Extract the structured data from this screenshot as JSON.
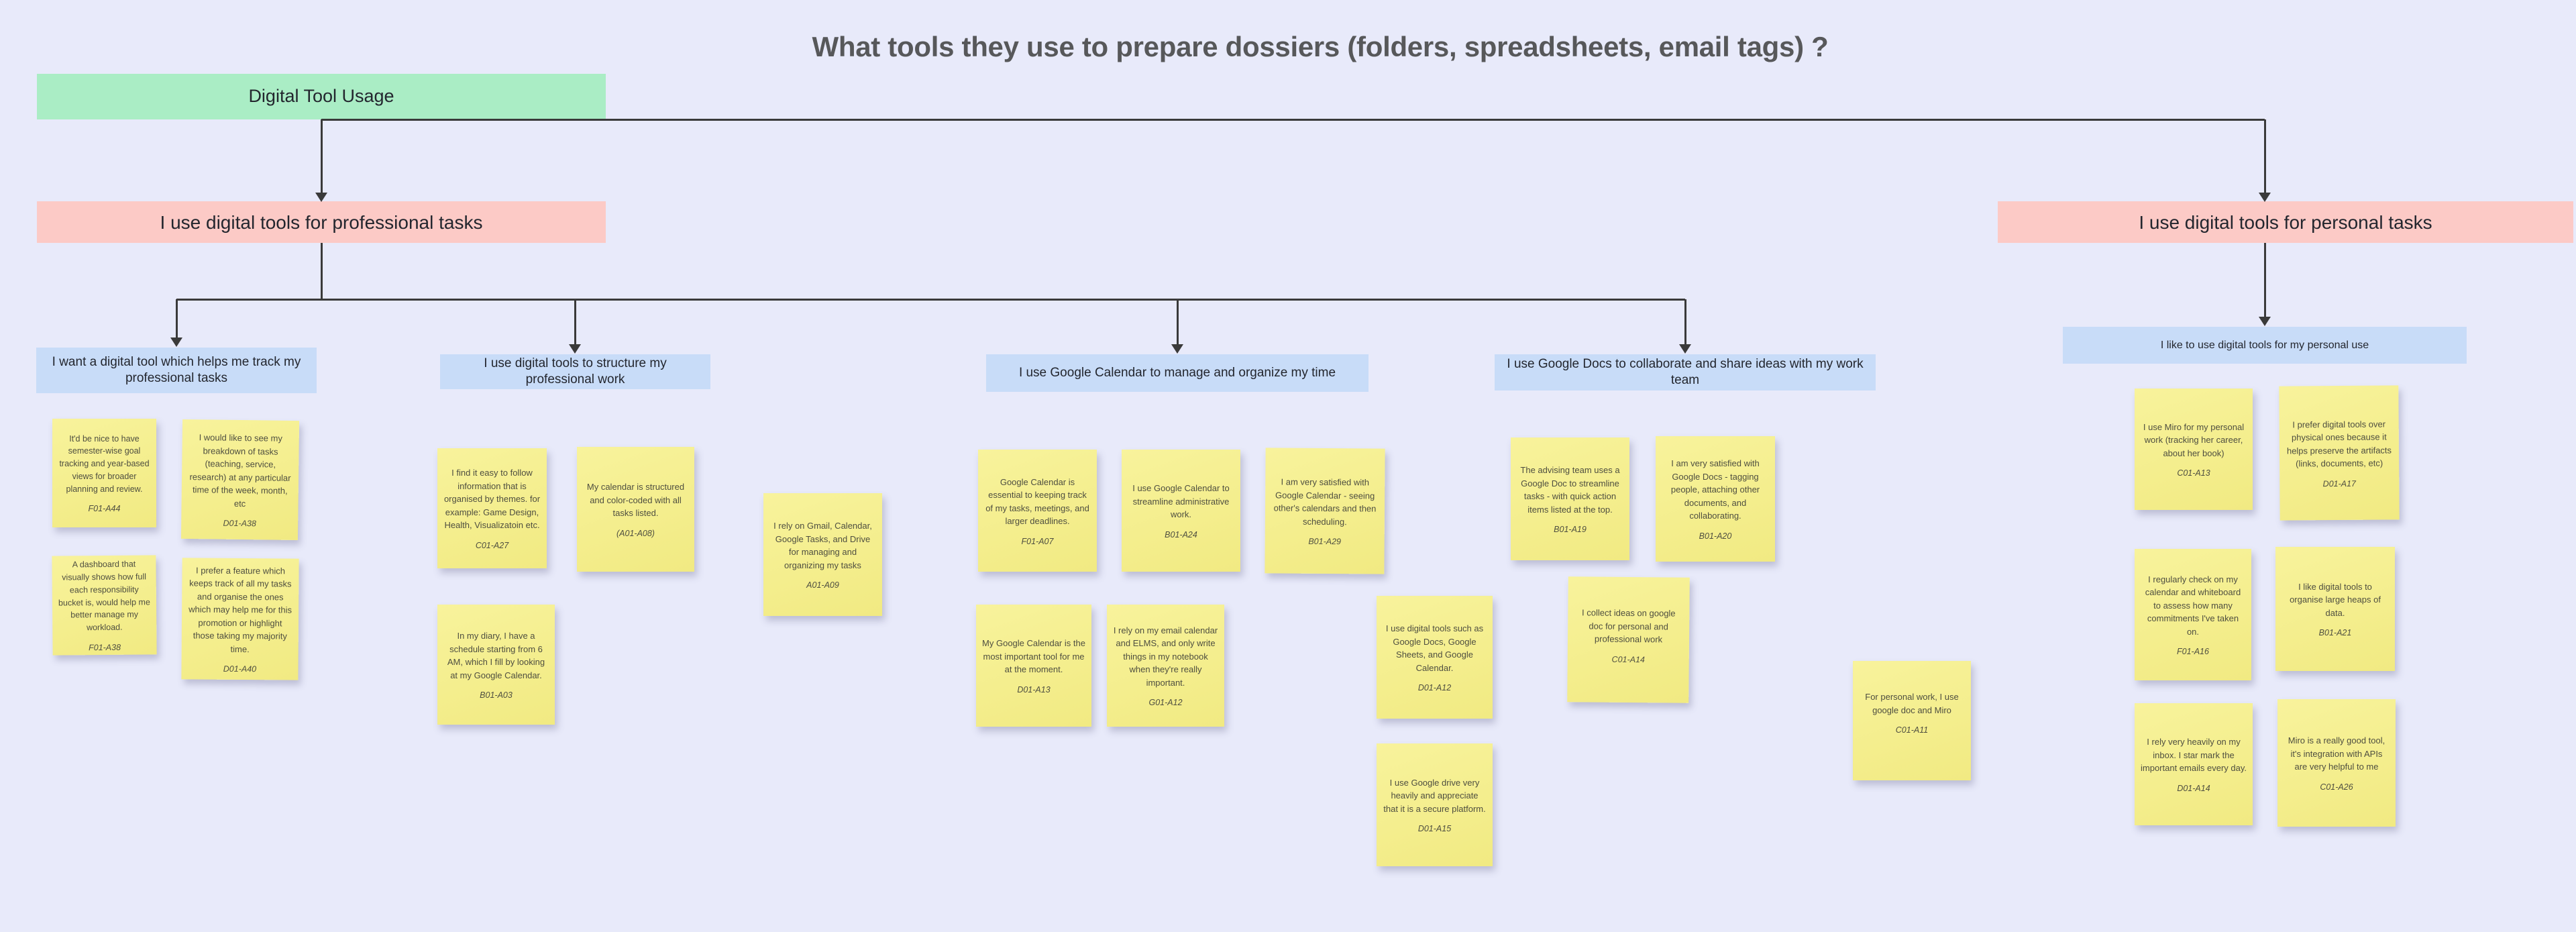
{
  "title": "What tools they use to prepare dossiers (folders, spreadsheets, email tags) ?",
  "root": {
    "label": "Digital Tool Usage"
  },
  "branches": [
    {
      "label": "I use digital tools for professional tasks"
    },
    {
      "label": "I use digital tools for personal tasks"
    }
  ],
  "groups": [
    {
      "label": "I want a digital tool which helps me track my professional tasks",
      "notes": [
        {
          "text": "It'd be nice to have semester-wise goal tracking and year-based views for broader planning and review.",
          "id": "F01-A44"
        },
        {
          "text": "I would like to see my breakdown of tasks (teaching, service, research) at any particular time of the week, month, etc",
          "id": "D01-A38"
        },
        {
          "text": "A dashboard that visually shows how full each responsibility bucket is, would help me better manage my workload.",
          "id": "F01-A38"
        },
        {
          "text": "I prefer a feature which keeps track of all my tasks and organise the ones which may help me for this promotion or highlight those taking my majority time.",
          "id": "D01-A40"
        }
      ]
    },
    {
      "label": "I use digital tools to structure my professional work",
      "notes": [
        {
          "text": "I find it easy to follow information that is organised by themes. for example: Game Design, Health, Visualizatoin etc.",
          "id": "C01-A27"
        },
        {
          "text": "My calendar is structured and color-coded with all tasks listed.",
          "id": "(A01-A08)"
        },
        {
          "text": "I rely on Gmail, Calendar, Google Tasks, and Drive for managing and organizing my tasks",
          "id": "A01-A09"
        },
        {
          "text": "In my diary, I have a schedule starting from 6 AM, which I fill by looking at my Google Calendar.",
          "id": "B01-A03"
        }
      ]
    },
    {
      "label": "I use Google Calendar to manage and organize my time",
      "notes": [
        {
          "text": "Google Calendar is essential to keeping track of my tasks, meetings, and larger deadlines.",
          "id": "F01-A07"
        },
        {
          "text": "I use Google Calendar to streamline administrative work.",
          "id": "B01-A24"
        },
        {
          "text": "I am very satisfied with Google Calendar - seeing other's calendars and then scheduling.",
          "id": "B01-A29"
        },
        {
          "text": "My Google Calendar is the most important tool for me at the moment.",
          "id": "D01-A13"
        },
        {
          "text": "I rely on my email calendar and ELMS, and only write things in my notebook when they're really important.",
          "id": "G01-A12"
        },
        {
          "text": "I use digital tools such as Google Docs, Google Sheets, and Google Calendar.",
          "id": "D01-A12"
        },
        {
          "text": "I use Google drive very heavily and appreciate that it is a secure platform.",
          "id": "D01-A15"
        }
      ]
    },
    {
      "label": "I use Google Docs to collaborate and share ideas with my work team",
      "notes": [
        {
          "text": "The advising team uses a Google Doc to streamline tasks - with quick action items listed at the top.",
          "id": "B01-A19"
        },
        {
          "text": "I am very satisfied with Google Docs - tagging people, attaching other documents, and collaborating.",
          "id": "B01-A20"
        },
        {
          "text": "I collect ideas on google doc for personal and professional work",
          "id": "C01-A14"
        },
        {
          "text": "For personal work, I use google doc and Miro",
          "id": "C01-A11"
        }
      ]
    },
    {
      "label": "I like to use digital tools for my personal use",
      "notes": [
        {
          "text": "I use Miro for my personal work (tracking her career, about her book)",
          "id": "C01-A13"
        },
        {
          "text": "I prefer digital tools over physical ones because it helps preserve the artifacts (links, documents, etc)",
          "id": "D01-A17"
        },
        {
          "text": "I regularly check on my calendar and whiteboard to assess how many commitments I've taken on.",
          "id": "F01-A16"
        },
        {
          "text": "I like digital tools to organise large heaps of data.",
          "id": "B01-A21"
        },
        {
          "text": "I rely very heavily on my inbox. I star mark the important emails every day.",
          "id": "D01-A14"
        },
        {
          "text": "Miro is a really good tool, it's integration with APIs are very helpful to me",
          "id": "C01-A26"
        }
      ]
    }
  ],
  "colors": {
    "background": "#e8eafa",
    "root_box": "#aaedc5",
    "branch_box": "#fccac6",
    "group_box": "#c8dcf8",
    "sticky_note": "#f4ee8d",
    "connector": "#3a3a3a"
  }
}
